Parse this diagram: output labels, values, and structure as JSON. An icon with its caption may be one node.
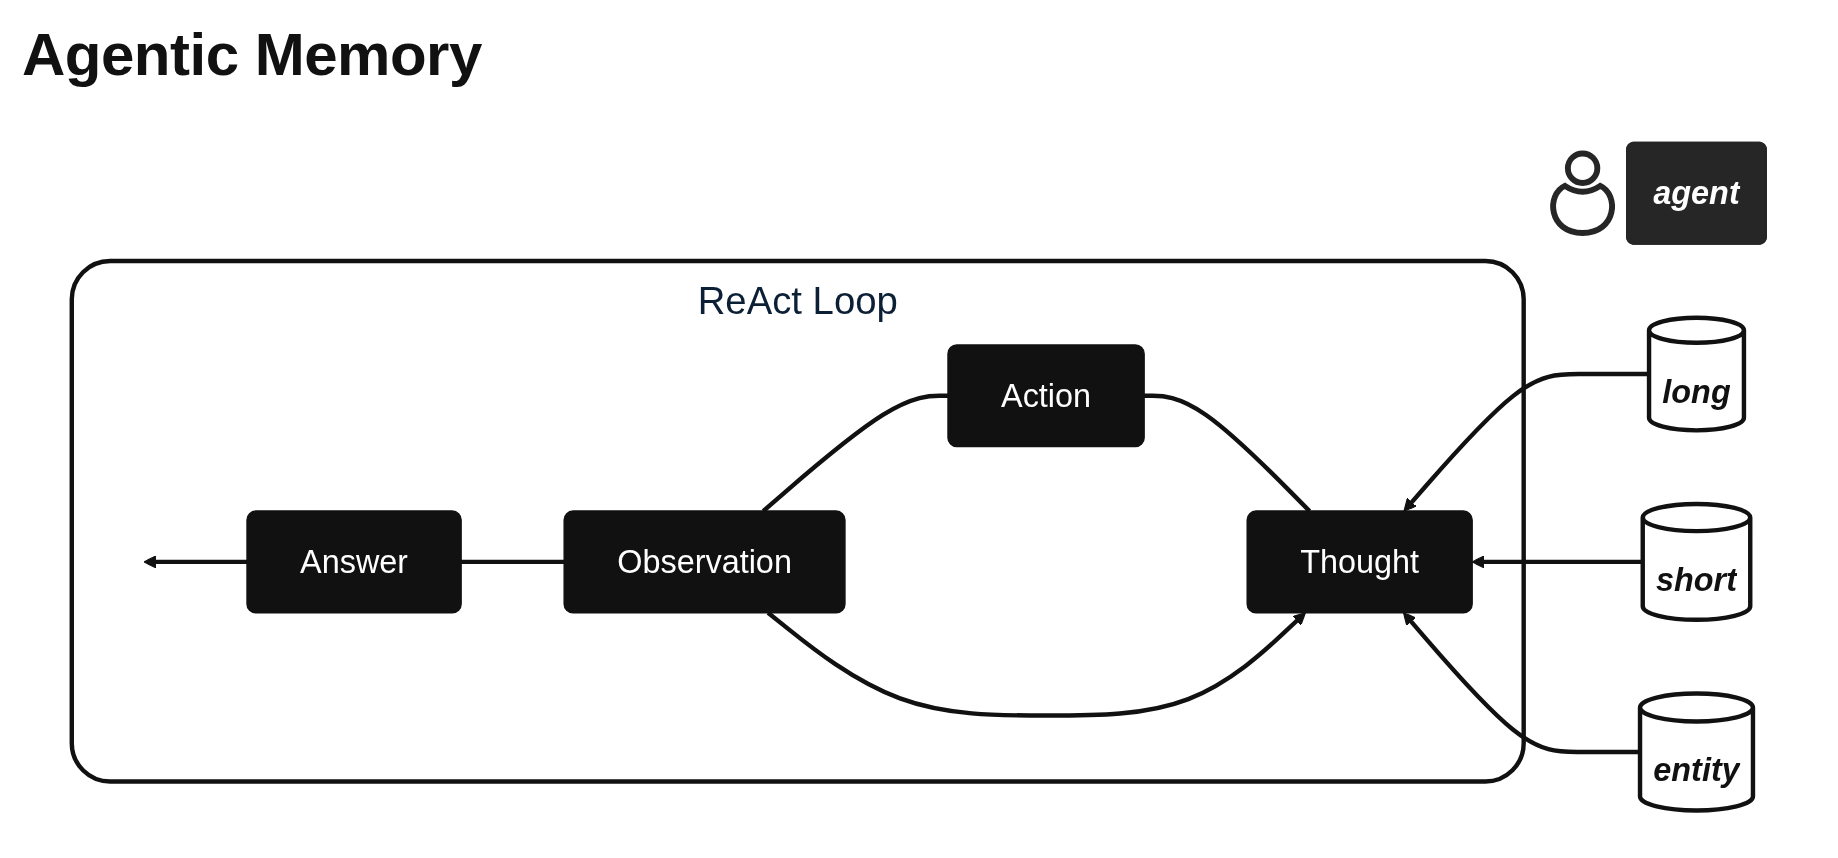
{
  "diagram": {
    "title": "Agentic Memory",
    "nodes": [
      {
        "text": [
          "agent"
        ]
      },
      {
        "text": [
          "ReAct Loop"
        ]
      },
      {
        "text": [
          "Thought"
        ],
        "in": 1
      },
      {
        "text": [
          "Action"
        ],
        "in": 1
      },
      {
        "text": [
          "Observation"
        ],
        "in": 1
      },
      {
        "text": [
          "Answer"
        ],
        "in": 1
      },
      {
        "text": [
          "long"
        ]
      },
      {
        "text": [
          "short"
        ]
      },
      {
        "text": [
          "entity"
        ]
      }
    ],
    "edges": [
      {
        "from": 2,
        "to": 3,
        "arrow": "none"
      },
      {
        "from": 3,
        "to": 4,
        "arrow": "none"
      },
      {
        "from": 4,
        "to": 5,
        "arrow": "none"
      },
      {
        "from": 5,
        "to": null,
        "arrow": "to"
      },
      {
        "from": 4,
        "to": 2,
        "arrow": "to"
      },
      {
        "from": 6,
        "to": 2,
        "arrow": "to"
      },
      {
        "from": 7,
        "to": 2,
        "arrow": "to"
      },
      {
        "from": 8,
        "to": 2,
        "arrow": "to"
      }
    ]
  }
}
